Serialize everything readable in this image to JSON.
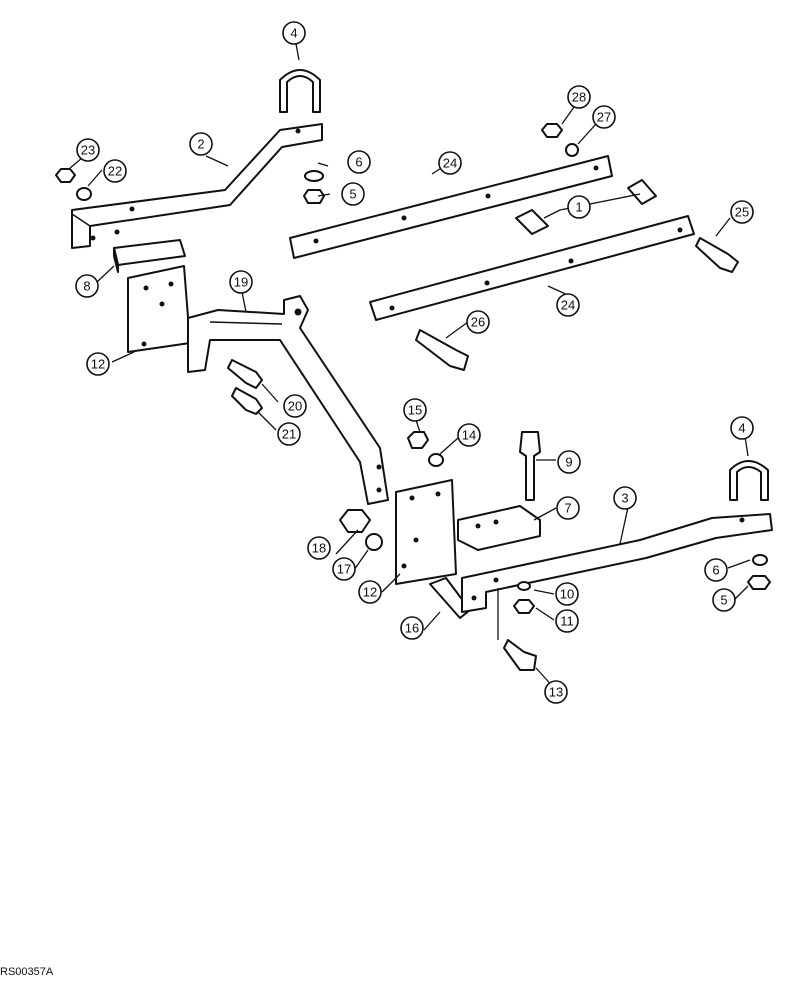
{
  "figure_id": "RS00357A",
  "callouts": [
    "1",
    "2",
    "3",
    "4",
    "5",
    "6",
    "7",
    "8",
    "9",
    "10",
    "11",
    "12",
    "13",
    "14",
    "15",
    "16",
    "17",
    "18",
    "19",
    "20",
    "21",
    "22",
    "23",
    "24",
    "25",
    "26",
    "27",
    "28"
  ]
}
